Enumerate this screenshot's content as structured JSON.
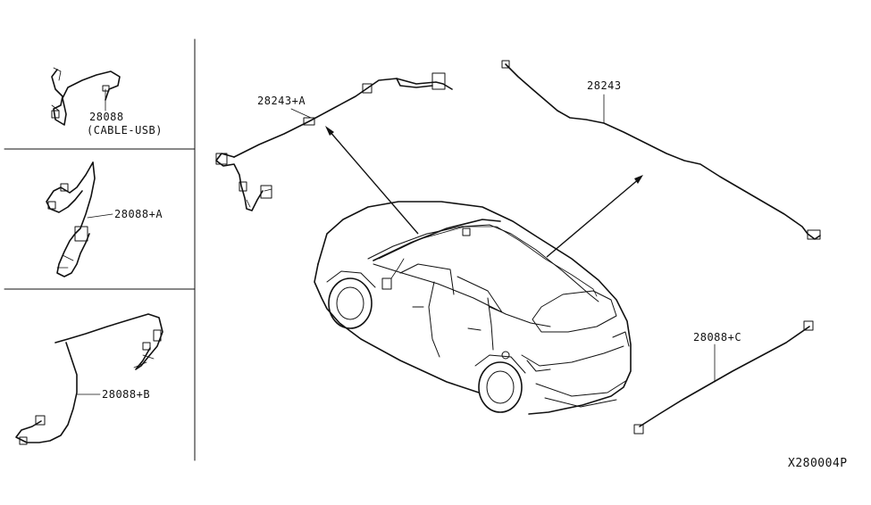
{
  "parts": {
    "usb_cable": {
      "number": "28088",
      "description": "(CABLE-USB)"
    },
    "cable_a": {
      "number": "28088+A"
    },
    "cable_b": {
      "number": "28088+B"
    },
    "cable_c": {
      "number": "28088+C"
    },
    "antenna_feeder_a": {
      "number": "28243+A"
    },
    "antenna_feeder": {
      "number": "28243"
    }
  },
  "diagram_code": "X280004P"
}
